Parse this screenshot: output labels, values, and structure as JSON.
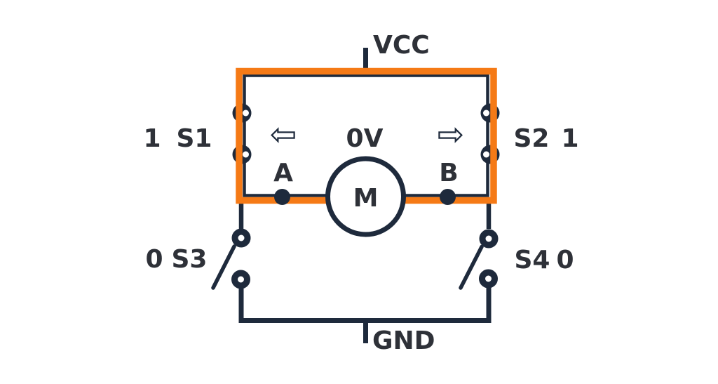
{
  "diagram": {
    "labels": {
      "vcc": "VCC",
      "gnd": "GND",
      "motor": "M",
      "motor_voltage": "0V",
      "terminal_a": "A",
      "terminal_b": "B"
    },
    "switches": {
      "s1": {
        "name": "S1",
        "state": "1"
      },
      "s2": {
        "name": "S2",
        "state": "1"
      },
      "s3": {
        "name": "S3",
        "state": "0"
      },
      "s4": {
        "name": "S4",
        "state": "0"
      }
    },
    "icons": {
      "left_arrow": "⇦",
      "right_arrow": "⇨"
    },
    "colors": {
      "highlight": "#f57a16",
      "wire": "#1e2a3c",
      "text": "#2e3138",
      "background": "#ffffff"
    }
  }
}
